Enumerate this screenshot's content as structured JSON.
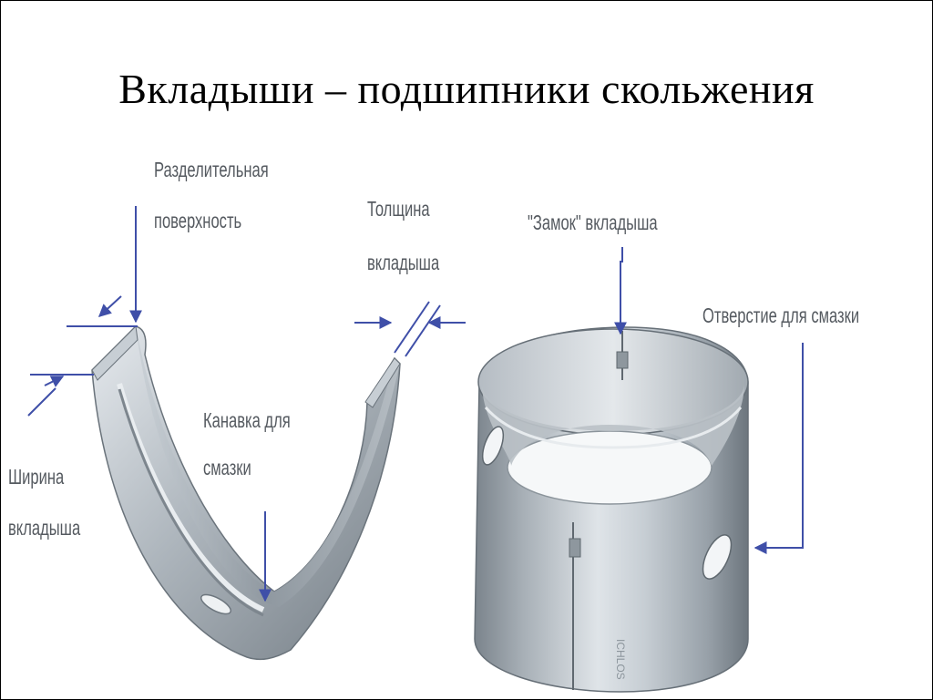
{
  "title": "Вкладыши – подшипники скольжения",
  "labels": {
    "split_surface": [
      "Разделительная",
      "поверхность"
    ],
    "thickness": [
      "Толщина",
      "вкладыша"
    ],
    "lock": "\"Замок\" вкладыша",
    "oil_hole": "Отверстие для смазки",
    "oil_groove": [
      "Канавка для",
      "смазки"
    ],
    "width": [
      "Ширина",
      "вкладыша"
    ]
  },
  "colors": {
    "metal_light": "#d8dde2",
    "metal_mid": "#a9b1b8",
    "metal_dark": "#6f7880",
    "arrow_blue": "#3f4fa8",
    "label_gray": "#555a60"
  }
}
